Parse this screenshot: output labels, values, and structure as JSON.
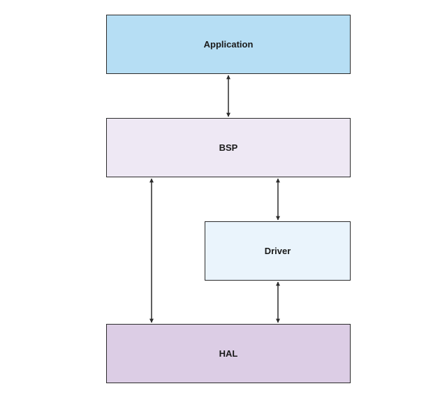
{
  "diagram": {
    "blocks": [
      {
        "id": "application",
        "label": "Application",
        "fill": "#b6def4"
      },
      {
        "id": "bsp",
        "label": "BSP",
        "fill": "#eee8f4"
      },
      {
        "id": "driver",
        "label": "Driver",
        "fill": "#eaf4fc"
      },
      {
        "id": "hal",
        "label": "HAL",
        "fill": "#dccde5"
      }
    ],
    "connections": [
      {
        "from": "application",
        "to": "bsp",
        "direction": "bidirectional"
      },
      {
        "from": "bsp",
        "to": "hal",
        "direction": "bidirectional"
      },
      {
        "from": "bsp",
        "to": "driver",
        "direction": "bidirectional"
      },
      {
        "from": "driver",
        "to": "hal",
        "direction": "bidirectional"
      }
    ],
    "line_color": "#2b2b2b"
  }
}
